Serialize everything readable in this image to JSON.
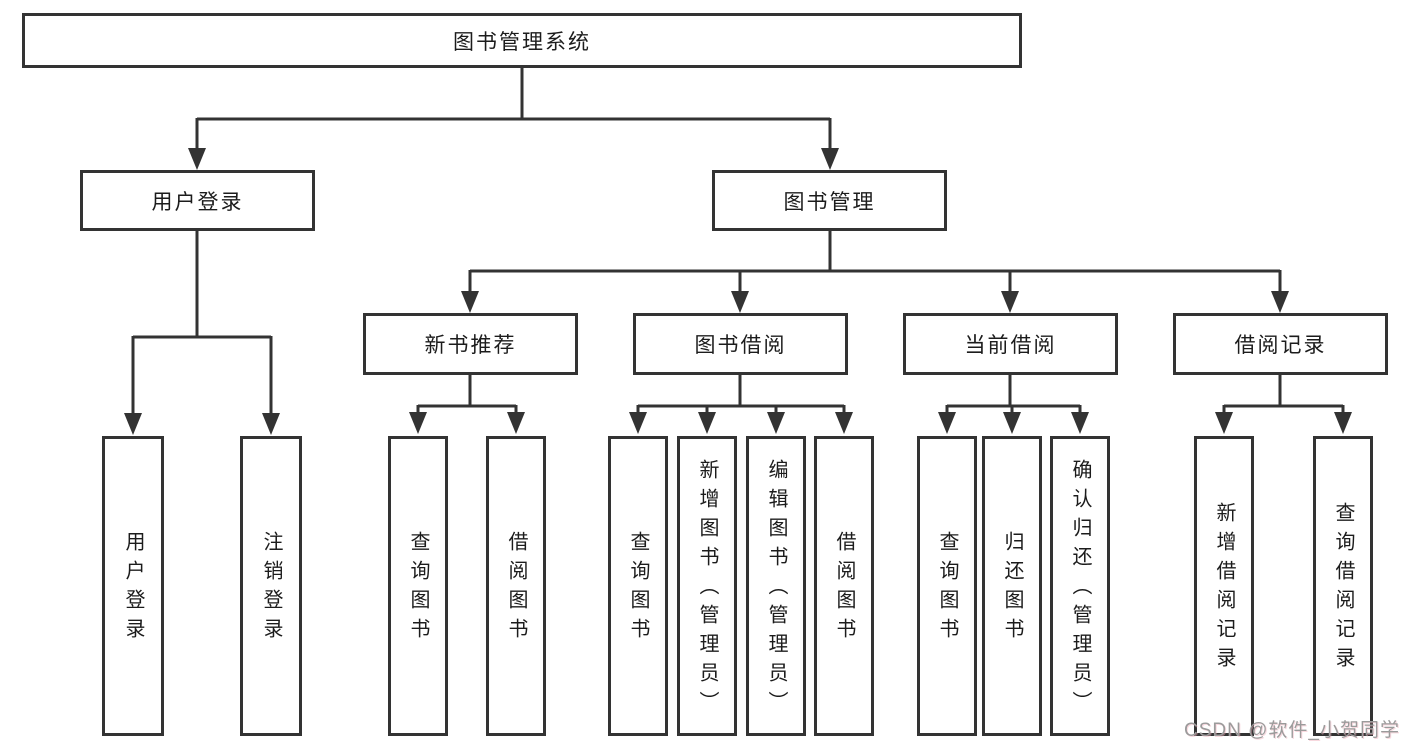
{
  "diagram": {
    "root": {
      "label": "图书管理系统"
    },
    "level2": [
      {
        "label": "用户登录"
      },
      {
        "label": "图书管理"
      }
    ],
    "level3": [
      {
        "label": "新书推荐"
      },
      {
        "label": "图书借阅"
      },
      {
        "label": "当前借阅"
      },
      {
        "label": "借阅记录"
      }
    ],
    "leaves": [
      {
        "label": "用户登录"
      },
      {
        "label": "注销登录"
      },
      {
        "label": "查询图书"
      },
      {
        "label": "借阅图书"
      },
      {
        "label": "查询图书"
      },
      {
        "label": "新增图书（管理员）"
      },
      {
        "label": "编辑图书（管理员）"
      },
      {
        "label": "借阅图书"
      },
      {
        "label": "查询图书"
      },
      {
        "label": "归还图书"
      },
      {
        "label": "确认归还（管理员）"
      },
      {
        "label": "新增借阅记录"
      },
      {
        "label": "查询借阅记录"
      }
    ]
  },
  "watermark": {
    "text": "CSDN @软件_小贺同学"
  },
  "colors": {
    "line": "#333333",
    "border": "#333333",
    "text": "#1c1c1c",
    "watermark_text": "#9b9b9b",
    "background": "#ffffff"
  }
}
